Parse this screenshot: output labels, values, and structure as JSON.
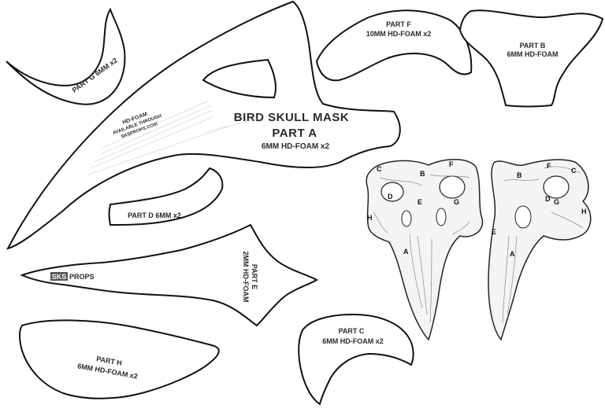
{
  "title": "BIRD SKULL MASK",
  "parts": {
    "a": {
      "name": "PART A",
      "material": "6MM HD-FOAM x2"
    },
    "b": {
      "name": "PART B",
      "material": "6MM HD-FOAM"
    },
    "c": {
      "name": "PART C",
      "material": "6MM HD-FOAM x2"
    },
    "d": {
      "label": "PART D  6MM x2"
    },
    "e": {
      "name": "PART E",
      "material": "2MM HD-FOAM"
    },
    "f": {
      "name": "PART F",
      "material": "10MM HD-FOAM  x2"
    },
    "g": {
      "label": "PART G 6MM x2"
    },
    "h": {
      "name": "PART H",
      "material": "6MM HD-FOAM  x2"
    }
  },
  "hdfoam_note": {
    "line1": "HD-FOAM",
    "line2": "AVAILABLE THROUGH",
    "line3": "SKSPROPS.COM"
  },
  "logo": {
    "box": "SKS",
    "text": "PROPS"
  },
  "skull_labels": {
    "front": [
      "A",
      "B",
      "C",
      "D",
      "E",
      "F",
      "G",
      "H"
    ],
    "side": [
      "A",
      "B",
      "C",
      "D",
      "E",
      "F",
      "G",
      "H"
    ]
  }
}
